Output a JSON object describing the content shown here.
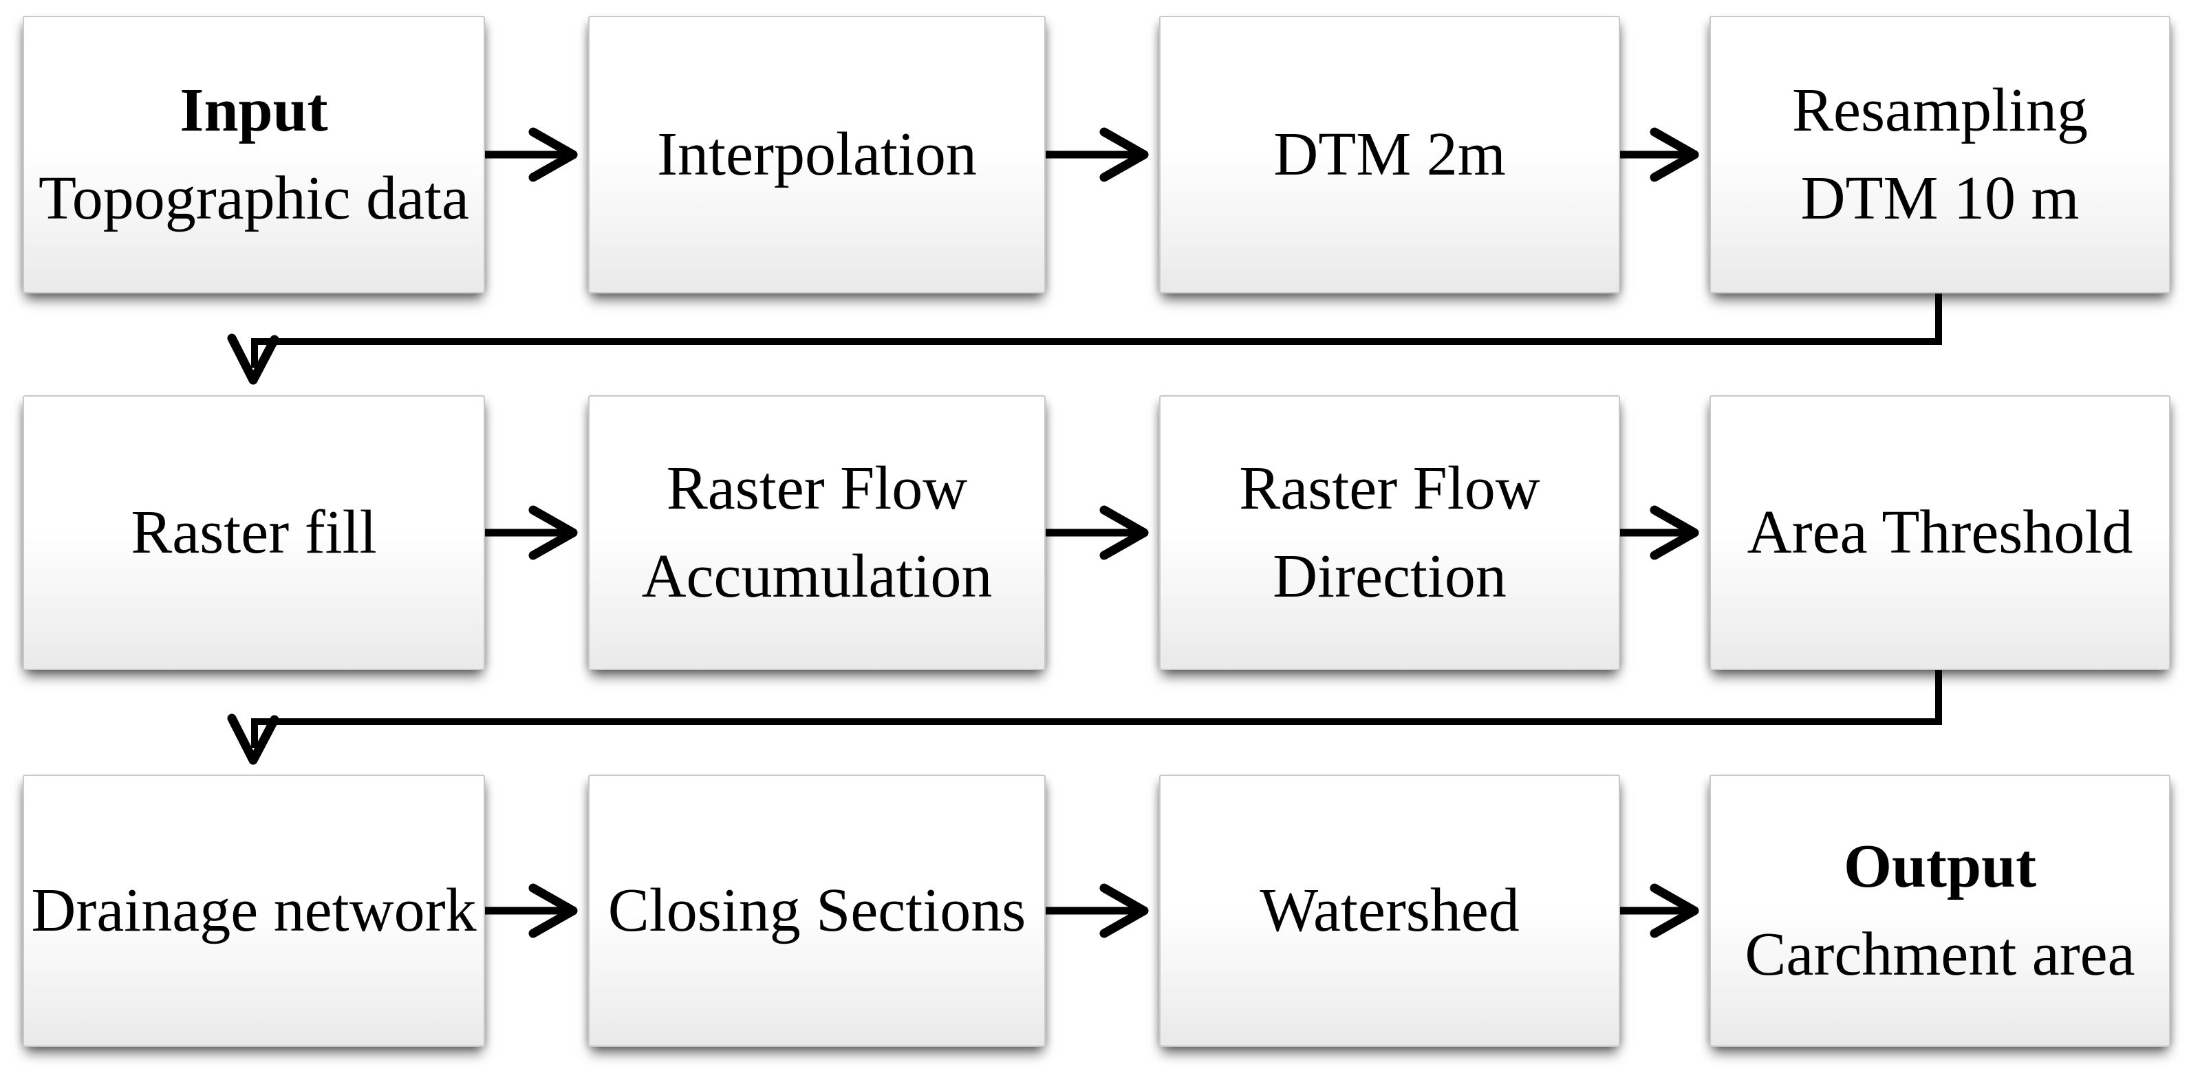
{
  "diagram": {
    "type": "flowchart",
    "background_color": "#ffffff",
    "box_fill_top": "#ffffff",
    "box_fill_bottom": "#e9e9e9",
    "box_border_color": "#c9c9c9",
    "connector_color": "#000000",
    "text_color": "#000000"
  },
  "nodes": {
    "input": {
      "title": "Input",
      "subtitle": "Topographic data"
    },
    "interpolation": {
      "label": "Interpolation"
    },
    "dtm2m": {
      "label": "DTM 2m"
    },
    "resampling": {
      "line1": "Resampling",
      "line2": "DTM 10 m"
    },
    "raster_fill": {
      "label": "Raster fill"
    },
    "flow_accumulation": {
      "line1": "Raster Flow",
      "line2": "Accumulation"
    },
    "flow_direction": {
      "line1": "Raster Flow",
      "line2": "Direction"
    },
    "area_threshold": {
      "label": "Area Threshold"
    },
    "drainage_network": {
      "label": "Drainage network"
    },
    "closing_sections": {
      "label": "Closing Sections"
    },
    "watershed": {
      "label": "Watershed"
    },
    "output": {
      "title": "Output",
      "subtitle": "Carchment area"
    }
  },
  "connections": [
    {
      "from": "input",
      "to": "interpolation",
      "style": "arrow-right"
    },
    {
      "from": "interpolation",
      "to": "dtm2m",
      "style": "arrow-right"
    },
    {
      "from": "dtm2m",
      "to": "resampling",
      "style": "arrow-right"
    },
    {
      "from": "resampling",
      "to": "raster_fill",
      "style": "elbow-down-left-down"
    },
    {
      "from": "raster_fill",
      "to": "flow_accumulation",
      "style": "arrow-right"
    },
    {
      "from": "flow_accumulation",
      "to": "flow_direction",
      "style": "arrow-right"
    },
    {
      "from": "flow_direction",
      "to": "area_threshold",
      "style": "arrow-right"
    },
    {
      "from": "area_threshold",
      "to": "drainage_network",
      "style": "elbow-down-left-down"
    },
    {
      "from": "drainage_network",
      "to": "closing_sections",
      "style": "arrow-right"
    },
    {
      "from": "closing_sections",
      "to": "watershed",
      "style": "arrow-right"
    },
    {
      "from": "watershed",
      "to": "output",
      "style": "arrow-right"
    }
  ]
}
